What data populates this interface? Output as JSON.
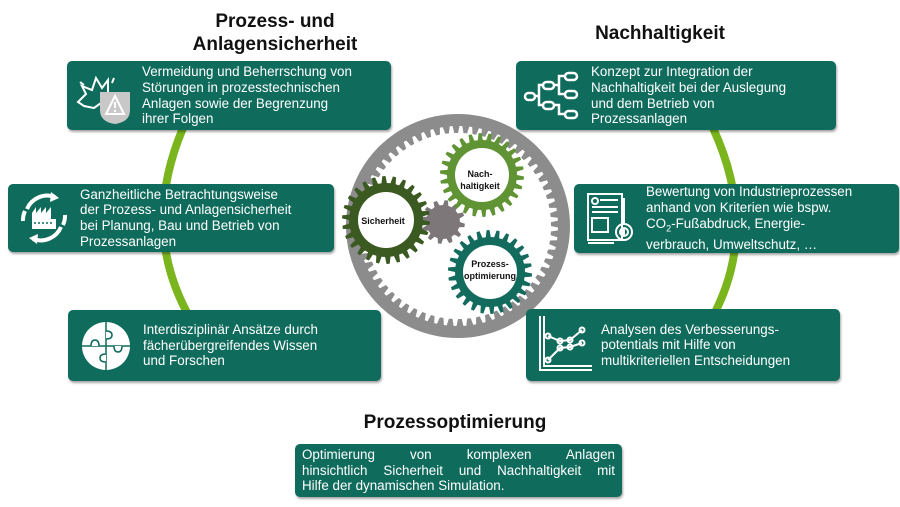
{
  "headings": {
    "safety_line1": "Prozess- und",
    "safety_line2": "Anlagensicherheit",
    "sustainability": "Nachhaltigkeit",
    "optimization": "Prozessoptimierung"
  },
  "left_cards": [
    {
      "icon": "explosion-warning-shield-icon",
      "lines": [
        "Vermeidung und Beherrschung von",
        "Störungen in prozesstechnischen",
        "Anlagen sowie der Begrenzung",
        "ihrer Folgen"
      ]
    },
    {
      "icon": "factory-cycle-icon",
      "lines": [
        "Ganzheitliche Betrachtungsweise",
        "der Prozess- und Anlagensicherheit",
        "bei Planung, Bau und Betrieb von",
        "Prozessanlagen"
      ]
    },
    {
      "icon": "puzzle-icon",
      "lines": [
        "Interdisziplinär Ansätze durch",
        "fächerübergreifendes Wissen",
        "und Forschen"
      ]
    }
  ],
  "right_cards": [
    {
      "icon": "flowchart-tree-icon",
      "lines": [
        "Konzept zur Integration der",
        "Nachhaltigkeit  bei der Auslegung",
        "und dem Betrieb von",
        "Prozessanlagen"
      ]
    },
    {
      "icon": "document-gear-icon",
      "lines": [
        "Bewertung von Industrieprozessen",
        "anhand von Kriterien wie bspw.",
        "CO",
        "2",
        "-Fußabdruck, Energie-",
        "verbrauch, Umweltschutz, …"
      ]
    },
    {
      "icon": "line-chart-icon",
      "lines": [
        "Analysen des Verbesserungs-",
        "potentials mit Hilfe von",
        "multikriteriellen Entscheidungen"
      ]
    }
  ],
  "bottom_card": {
    "lines": [
      "Optimierung von komplexen Anlagen",
      "hinsichtlich Sicherheit und Nachhaltigkeit mit",
      "Hilfe der dynamischen Simulation."
    ]
  },
  "gears": {
    "safety": "Sicherheit",
    "sustainability_line1": "Nach-",
    "sustainability_line2": "haltigkeit",
    "optimization_line1": "Prozess-",
    "optimization_line2": "optimierung"
  },
  "colors": {
    "card": "#0f6b5c",
    "arc": "#7ab51d",
    "ring_gear": "#8c8c8c",
    "gear_safety": "#3b5a22",
    "gear_sustainability": "#5f9333",
    "gear_optimization": "#136b5d",
    "gear_center": "#7d7779"
  }
}
